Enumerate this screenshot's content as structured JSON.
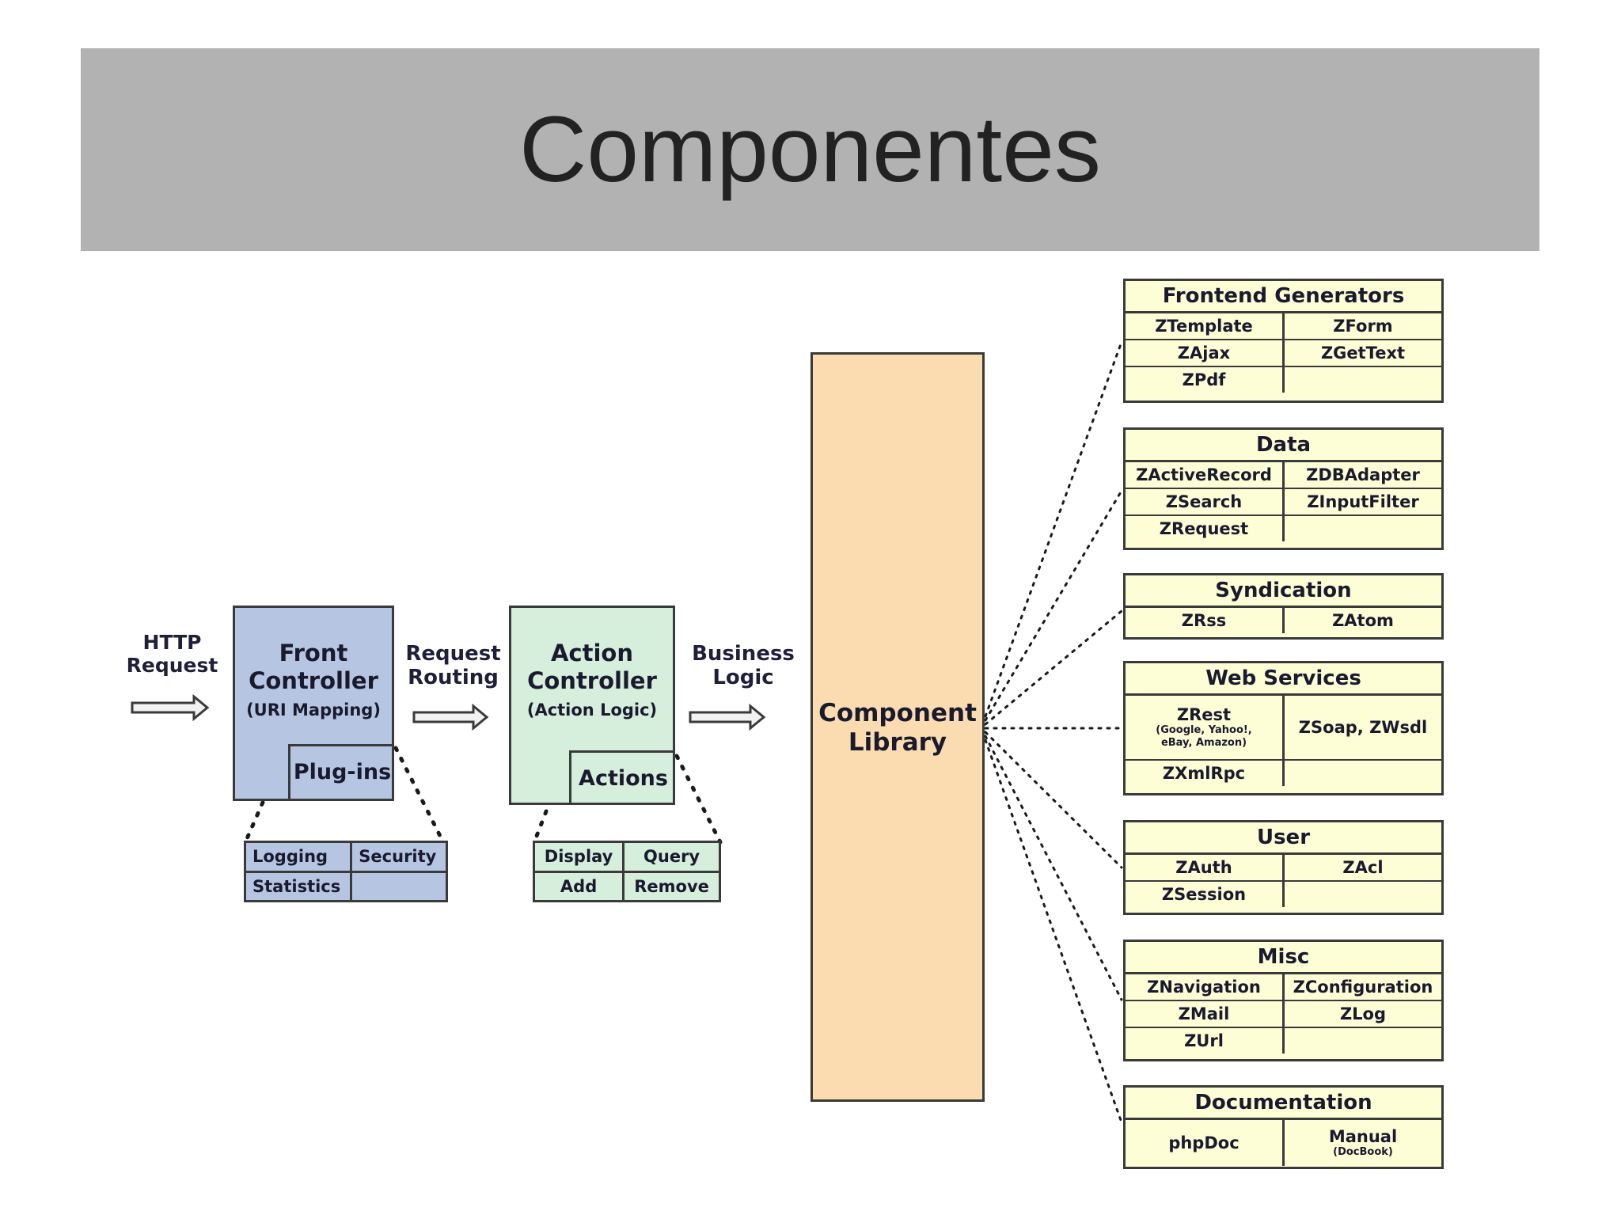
{
  "title": "Componentes",
  "labels": {
    "http": "HTTP\nRequest",
    "routing": "Request\nRouting",
    "business": "Business\nLogic"
  },
  "front_controller": {
    "name": "Front\nController",
    "sub": "(URI Mapping)",
    "plugins": "Plug-ins",
    "cells": [
      [
        "Logging",
        "Security"
      ],
      [
        "Statistics",
        ""
      ]
    ]
  },
  "action_controller": {
    "name": "Action\nController",
    "sub": "(Action Logic)",
    "actions": "Actions",
    "cells": [
      [
        "Display",
        "Query"
      ],
      [
        "Add",
        "Remove"
      ]
    ]
  },
  "library": {
    "name": "Component\nLibrary"
  },
  "groups": [
    {
      "title": "Frontend Generators",
      "rows": [
        [
          "ZTemplate",
          "ZForm"
        ],
        [
          "ZAjax",
          "ZGetText"
        ],
        [
          "ZPdf",
          ""
        ]
      ]
    },
    {
      "title": "Data",
      "rows": [
        [
          "ZActiveRecord",
          "ZDBAdapter"
        ],
        [
          "ZSearch",
          "ZInputFilter"
        ],
        [
          "ZRequest",
          ""
        ]
      ]
    },
    {
      "title": "Syndication",
      "rows": [
        [
          "ZRss",
          "ZAtom"
        ]
      ]
    },
    {
      "title": "Web Services",
      "rows": [
        [
          "ZRest",
          "ZSoap, ZWsdl"
        ],
        [
          "ZXmlRpc",
          ""
        ]
      ],
      "note": "(Google, Yahoo!,\neBay, Amazon)"
    },
    {
      "title": "User",
      "rows": [
        [
          "ZAuth",
          "ZAcl"
        ],
        [
          "ZSession",
          ""
        ]
      ]
    },
    {
      "title": "Misc",
      "rows": [
        [
          "ZNavigation",
          "ZConfiguration"
        ],
        [
          "ZMail",
          "ZLog"
        ],
        [
          "ZUrl",
          ""
        ]
      ]
    },
    {
      "title": "Documentation",
      "rows": [
        [
          "phpDoc",
          "Manual"
        ]
      ],
      "note": "(DocBook)"
    }
  ],
  "colors": {
    "front": "#b6c6e2",
    "action": "#d6eedc",
    "library": "#fbdcb0",
    "group": "#fdfdd6",
    "title_bar": "#b2b2b2"
  }
}
